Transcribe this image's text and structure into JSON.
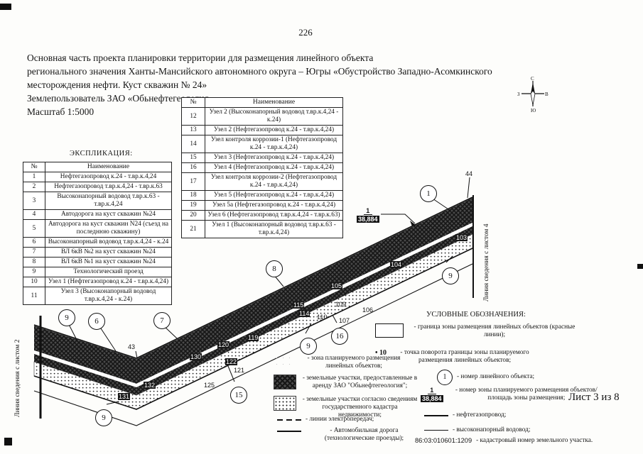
{
  "page": {
    "number": "226",
    "sheet": "Лист 3 из 8"
  },
  "title": {
    "line1": "Основная часть проекта планировки территории для размещения линейного объекта",
    "line2": "регионального значения Ханты-Мансийского автономного округа – Югры «Обустройство Западно-Асомкинского",
    "line3": "месторождения нефти. Куст скважин № 24»",
    "line4": "Землепользователь ЗАО «Обьнефтегеология»",
    "line5": "Масштаб 1:5000"
  },
  "explication": {
    "heading": "ЭКСПЛИКАЦИЯ:",
    "columns": {
      "num": "№",
      "name": "Наименование"
    },
    "rows": [
      {
        "num": "1",
        "name": "Нефтегазопровод к.24 - т.вр.к.4,24"
      },
      {
        "num": "2",
        "name": "Нефтегазопровод т.вр.к.4,24 - т.вр.к.63"
      },
      {
        "num": "3",
        "name": "Высоконапорный водовод т.вр.к.63 - т.вр.к.4,24"
      },
      {
        "num": "4",
        "name": "Автодорога на куст скважин №24"
      },
      {
        "num": "5",
        "name": "Автодорога на куст скважин N24 (съезд на последнюю скважину)"
      },
      {
        "num": "6",
        "name": "Высоконапорный водовод т.вр.к.4,24 - к.24"
      },
      {
        "num": "7",
        "name": "ВЛ 6кВ №2 на куст скважин №24"
      },
      {
        "num": "8",
        "name": "ВЛ 6кВ №1 на куст скважин №24"
      },
      {
        "num": "9",
        "name": "Технологический проезд"
      },
      {
        "num": "10",
        "name": "Узел 1 (Нефтегазопровод к.24 - т.вр.к.4,24)"
      },
      {
        "num": "11",
        "name": "Узел 3 (Высоконапорный водовод т.вр.к.4,24 - к.24)"
      }
    ]
  },
  "nodes_table": {
    "columns": {
      "num": "№",
      "name": "Наименование"
    },
    "rows": [
      {
        "num": "12",
        "name": "Узел 2 (Высоконапорный водовод т.вр.к.4,24 - к.24)"
      },
      {
        "num": "13",
        "name": "Узел 2 (Нефтегазопровод к.24 - т.вр.к.4,24)"
      },
      {
        "num": "14",
        "name": "Узел контроля коррозии-1 (Нефтегазопровод к.24 - т.вр.к.4,24)"
      },
      {
        "num": "15",
        "name": "Узел 3 (Нефтегазопровод к.24 - т.вр.к.4,24)"
      },
      {
        "num": "16",
        "name": "Узел 4 (Нефтегазопровод к.24 - т.вр.к.4,24)"
      },
      {
        "num": "17",
        "name": "Узел контроля коррозии-2 (Нефтегазопровод к.24 - т.вр.к.4,24)"
      },
      {
        "num": "18",
        "name": "Узел 5 (Нефтегазопровод к.24 - т.вр.к.4,24)"
      },
      {
        "num": "19",
        "name": "Узел 5а (Нефтегазопровод к.24 - т.вр.к.4,24)"
      },
      {
        "num": "20",
        "name": "Узел 6 (Нефтегазопровод т.вр.к.4,24 - т.вр.к.63)"
      },
      {
        "num": "21",
        "name": "Узел 1 (Высоконапорный водовод т.вр.к.63 - т.вр.к.4,24)"
      }
    ]
  },
  "legend": {
    "heading": "УСЛОВНЫЕ ОБОЗНАЧЕНИЯ:",
    "left_items": [
      {
        "text": "- зона планируемого размещения линейных объектов;"
      },
      {
        "text": "- земельные участки, предоставленные в аренду ЗАО \"Обьнефтегеология\";"
      },
      {
        "text": "- земельные участки согласно сведениям государственного кадастра недвижимости;"
      },
      {
        "text": "- линии электропередач;"
      },
      {
        "text": "- Автомобильная дорога (технологические проезды);"
      }
    ],
    "right_items": [
      {
        "text": "- граница зоны размещения линейных объектов (красные линии);"
      },
      {
        "label": "10",
        "text": "- точка поворота границы зоны планируемого размещения линейных объектов;"
      },
      {
        "label": "1",
        "text": "- номер линейного объекта;"
      },
      {
        "num": "1",
        "area": "38,884",
        "text": "- номер зоны планируемого размещения объектов/площадь зоны размещения;"
      },
      {
        "text": "- нефтегазопровод;"
      },
      {
        "text": "- высоконапорный водовод;"
      },
      {
        "label": "86:03:010601:1209",
        "text": "- кадастровый номер земельного участка."
      }
    ]
  },
  "map": {
    "left_edge_label": "Линия сведения с листом 2",
    "right_edge_label": "Линия сведения с листом 4",
    "compass": {
      "n": "С",
      "s": "Ю",
      "w": "З",
      "e": "В"
    },
    "zone_label": {
      "num": "1",
      "area": "38,884"
    },
    "circles": [
      "1",
      "9",
      "6",
      "7",
      "8",
      "9",
      "16",
      "15",
      "9",
      "9"
    ],
    "points": [
      "44",
      "43",
      "103",
      "104",
      "105",
      "115",
      "114",
      "109",
      "110",
      "106",
      "107",
      "119",
      "120",
      "130",
      "122",
      "121",
      "125",
      "132",
      "131"
    ]
  },
  "colors": {
    "ink": "#151515",
    "band_dark": "#4a4a4a",
    "paper": "#fdfdfb"
  }
}
